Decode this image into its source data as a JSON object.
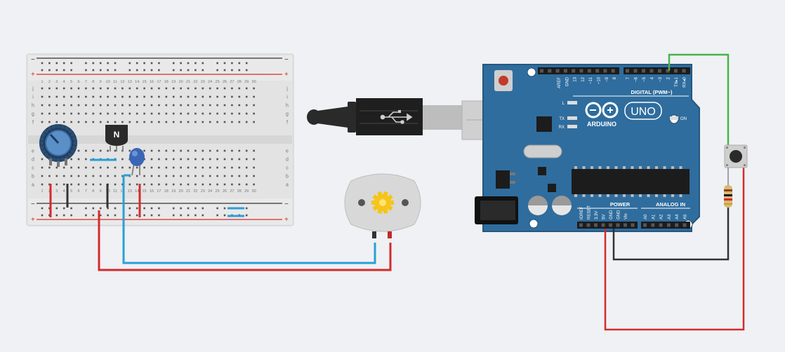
{
  "breadboard": {
    "row_letters_top": [
      "j",
      "i",
      "h",
      "g",
      "f"
    ],
    "row_letters_bottom": [
      "e",
      "d",
      "c",
      "b",
      "a"
    ],
    "column_numbers": [
      "1",
      "2",
      "3",
      "4",
      "5",
      "6",
      "7",
      "8",
      "9",
      "10",
      "11",
      "12",
      "13",
      "14",
      "15",
      "16",
      "17",
      "18",
      "19",
      "20",
      "21",
      "22",
      "23",
      "24",
      "25",
      "26",
      "27",
      "28",
      "29",
      "30"
    ],
    "rail_minus": "−",
    "rail_plus": "+"
  },
  "transistor": {
    "label": "N"
  },
  "arduino": {
    "brand": "ARDUINO",
    "model": "UNO",
    "on_label": "ON",
    "led_labels": [
      "L",
      "TX",
      "RX"
    ],
    "digital_label": "DIGITAL (PWM~)",
    "digital_pins_left": [
      "AREF",
      "GND",
      "13",
      "12",
      "~11",
      "~10",
      "~9",
      "8"
    ],
    "digital_pins_right": [
      "7",
      "~6",
      "~5",
      "4",
      "~3",
      "2",
      "TX▸1",
      "RX◂0"
    ],
    "power_label": "POWER",
    "analog_label": "ANALOG IN",
    "power_pins": [
      "IOREF",
      "RESET",
      "3.3V",
      "5V",
      "GND",
      "GND",
      "Vin"
    ],
    "analog_pins": [
      "A0",
      "A1",
      "A2",
      "A3",
      "A4",
      "A5"
    ]
  },
  "colors": {
    "background": "#eff1f4",
    "board_blue": "#2f6d9e",
    "wire_red": "#d42b2b",
    "wire_blue": "#2a9fd6",
    "wire_green": "#49b34a",
    "wire_black": "#333333",
    "motor_gear": "#f5c518"
  }
}
